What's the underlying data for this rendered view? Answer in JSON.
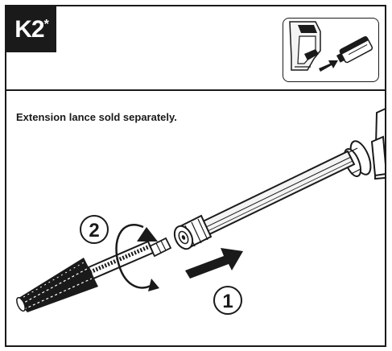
{
  "badge": {
    "model": "K2",
    "asterisk": "*"
  },
  "caption": "Extension lance sold separately.",
  "steps": [
    {
      "number": "1",
      "action": "push",
      "icon": "push-arrow-icon"
    },
    {
      "number": "2",
      "action": "rotate",
      "icon": "rotate-arrow-icon"
    }
  ],
  "colors": {
    "ink": "#1a1a1a",
    "background": "#ffffff",
    "fill_light": "#f4f4f4"
  }
}
